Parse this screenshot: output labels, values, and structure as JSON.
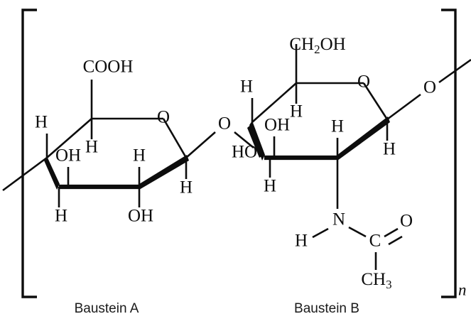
{
  "figure": {
    "kind": "chemical-structure-haworth-projection",
    "background_color": "#ffffff",
    "line_color": "#0d0d0d",
    "repeat_index": "n",
    "captions": {
      "unit_a": "Baustein A",
      "unit_b": "Baustein B"
    }
  },
  "unit_a": {
    "name": "Baustein A",
    "labels": {
      "carboxyl": "COOH",
      "h_c5": "H",
      "h_c5_down": "H",
      "h_c4_up": "H",
      "oh_c4": "OH",
      "h_c4_down": "H",
      "oh_c3": "OH",
      "h_c3": "H",
      "h_c1": "H",
      "ring_oxygen": "O"
    }
  },
  "unit_b": {
    "name": "Baustein B",
    "labels": {
      "hydroxymethyl": "CH",
      "hydroxymethyl_sub": "2",
      "hydroxymethyl_tail": "OH",
      "h_c5": "H",
      "h_c5_down": "H",
      "oh_c4": "OH",
      "ho_c4": "HO",
      "h_c4_down": "H",
      "h_c2": "H",
      "h_c1": "H",
      "ring_oxygen": "O",
      "amide_n": "N",
      "amide_h": "H",
      "amide_c": "C",
      "amide_o": "O",
      "methyl": "CH",
      "methyl_sub": "3"
    }
  },
  "linkages": {
    "glycosidic_oxygen": "O",
    "terminal_oxygen": "O"
  },
  "chart_data": {
    "type": "diagram",
    "title": "Hyaluronan repeating disaccharide (Haworth projection)",
    "units": [
      {
        "label": "Baustein A",
        "substituents": [
          "COOH",
          "H",
          "H",
          "H",
          "OH",
          "H",
          "OH",
          "H",
          "H"
        ],
        "ring_heteroatom": "O"
      },
      {
        "label": "Baustein B",
        "substituents": [
          "CH2OH",
          "H",
          "H",
          "OH",
          "HO",
          "H",
          "H",
          "H",
          "NH-CO-CH3"
        ],
        "ring_heteroatom": "O"
      }
    ],
    "bracket_subscript": "n"
  }
}
